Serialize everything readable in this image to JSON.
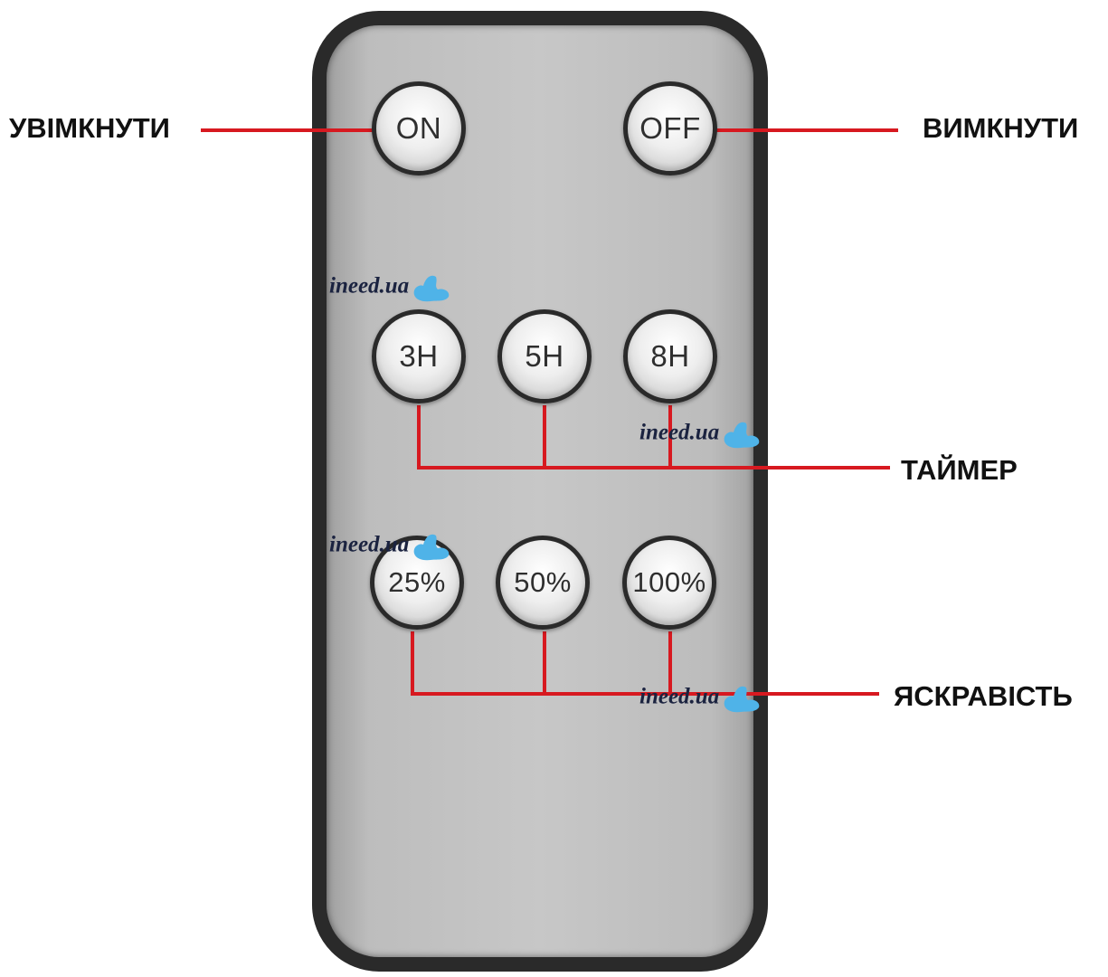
{
  "buttons": {
    "on": "ON",
    "off": "OFF",
    "timer_3h": "3H",
    "timer_5h": "5H",
    "timer_8h": "8H",
    "bright_25": "25%",
    "bright_50": "50%",
    "bright_100": "100%"
  },
  "labels": {
    "on": "УВІМКНУТИ",
    "off": "ВИМКНУТИ",
    "timer": "ТАЙМЕР",
    "brightness": "ЯСКРАВІСТЬ"
  },
  "watermark": "ineed.ua",
  "colors": {
    "callout_line": "#d71920",
    "remote_body": "#c2c2c2",
    "remote_frame": "#2a2a2a",
    "watermark_splash": "#4fb3e8"
  }
}
